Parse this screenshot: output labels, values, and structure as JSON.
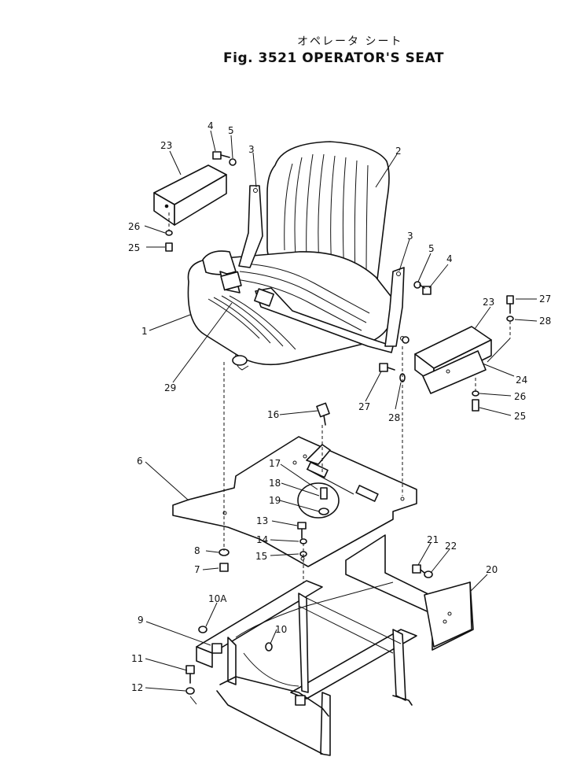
{
  "figure": {
    "title_jp": "オペレータ シート",
    "title_en": "Fig. 3521 OPERATOR'S SEAT"
  },
  "callouts": {
    "c1": "1",
    "c2": "2",
    "c3a": "3",
    "c3b": "3",
    "c4a": "4",
    "c4b": "4",
    "c5a": "5",
    "c5b": "5",
    "c6": "6",
    "c7": "7",
    "c8": "8",
    "c9": "9",
    "c10": "10",
    "c10a": "10A",
    "c11": "11",
    "c12": "12",
    "c13": "13",
    "c14": "14",
    "c15": "15",
    "c16": "16",
    "c17": "17",
    "c18": "18",
    "c19": "19",
    "c20": "20",
    "c21": "21",
    "c22": "22",
    "c23a": "23",
    "c23b": "23",
    "c24": "24",
    "c25a": "25",
    "c25b": "25",
    "c26a": "26",
    "c26b": "26",
    "c27a": "27",
    "c27b": "27",
    "c28a": "28",
    "c28b": "28",
    "c29": "29"
  }
}
